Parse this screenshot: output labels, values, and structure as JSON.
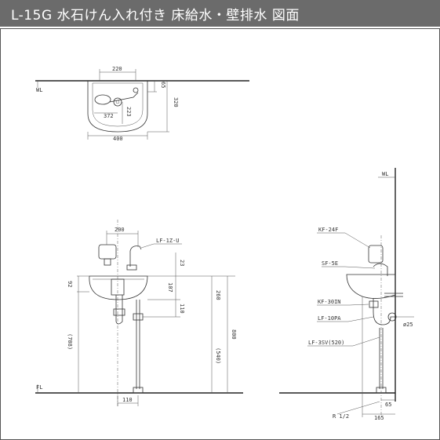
{
  "title": "L-15G 水石けん入れ付き 床給水・壁排水 図面",
  "top_view": {
    "wl": "WL",
    "dims": {
      "width_top": "220",
      "depth": "65",
      "height": "320",
      "inner": "372",
      "side": "223",
      "width_bottom": "400"
    }
  },
  "front_view": {
    "fl": "FL",
    "dims": {
      "width_top": "200",
      "faucet_h": "23",
      "v107": "107",
      "v110": "110",
      "v260": "260",
      "v800": "800",
      "v92": "92",
      "v708": "(708)",
      "v540": "(540)",
      "bottom": "110"
    },
    "callouts": {
      "faucet": "LF-1Z-U"
    }
  },
  "side_view": {
    "wl": "WL",
    "callouts": {
      "dispenser": "KF-24F",
      "spout": "SF-5E",
      "valve": "KF-30IN",
      "trap_top": "LF-10PA",
      "trap": "LF-3SV(520)",
      "pipe": "ø25",
      "thread": "R 1/2"
    },
    "dims": {
      "d65": "65",
      "d165": "165"
    }
  }
}
